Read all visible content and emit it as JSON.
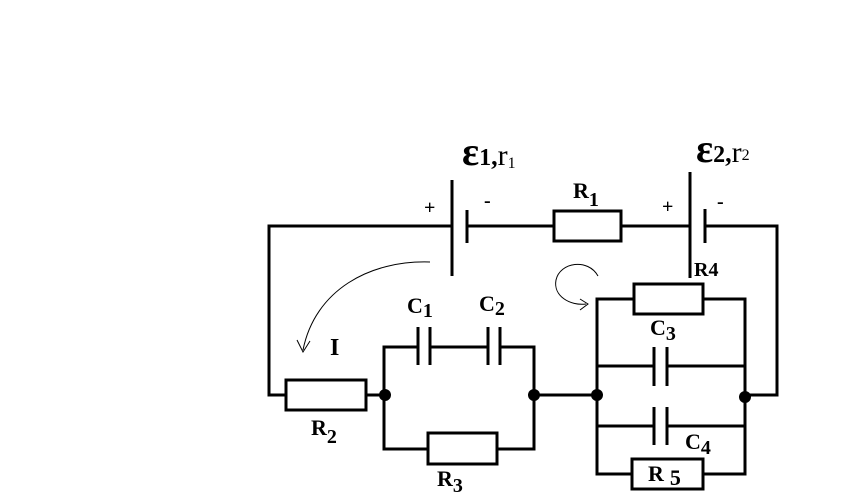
{
  "diagram": {
    "labels": {
      "emf1_symbol": "ε",
      "emf1_sub": "1",
      "emf1_sep": ",",
      "emf1_r": "r",
      "emf1_r_sub": "1",
      "emf2_symbol": "ε",
      "emf2_sub": "2",
      "emf2_sep": ",",
      "emf2_r": "r",
      "emf2_r_sub": "2",
      "battery1_plus": "+",
      "battery1_minus": "-",
      "battery2_plus": "+",
      "battery2_minus": "-",
      "r1": "R",
      "r1_sub": "1",
      "r2": "R",
      "r2_sub": "2",
      "r3": "R",
      "r3_sub": "3",
      "r4": "R4",
      "r5": "R",
      "r5_sub": "5",
      "c1": "C",
      "c1_sub": "1",
      "c2": "C",
      "c2_sub": "2",
      "c3": "C",
      "c3_sub": "3",
      "c4": "C",
      "c4_sub": "4",
      "current": "I"
    }
  }
}
